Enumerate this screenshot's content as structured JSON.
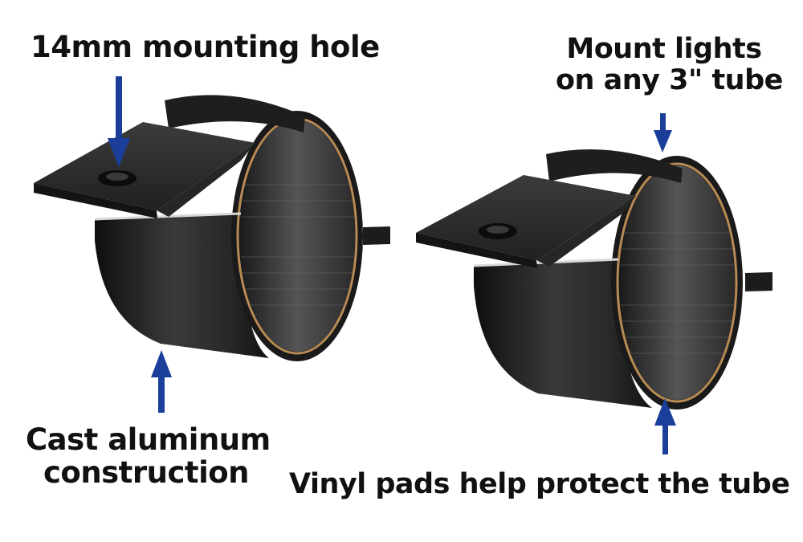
{
  "colors": {
    "arrow": "#1a3e9a",
    "text": "#111111",
    "clamp_body": "#2a2a2a",
    "clamp_dark": "#161616",
    "vinyl_pad": "#b88a55",
    "background": "#ffffff"
  },
  "callouts": {
    "mounting_hole": {
      "lines": [
        "14mm mounting hole"
      ]
    },
    "tube_mount": {
      "lines": [
        "Mount lights",
        "on any 3\" tube"
      ]
    },
    "construction": {
      "lines": [
        "Cast aluminum",
        "construction"
      ]
    },
    "vinyl_pads": {
      "lines": [
        "Vinyl pads help protect the tube"
      ]
    }
  }
}
